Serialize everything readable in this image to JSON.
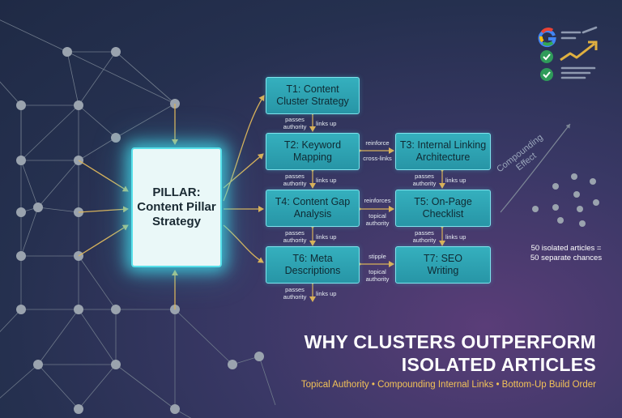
{
  "pillar": {
    "label": "PILLAR:\nContent Pillar\nStrategy"
  },
  "topics": [
    {
      "id": "t1",
      "label": "T1: Content\nCluster Strategy"
    },
    {
      "id": "t2",
      "label": "T2: Keyword\nMapping"
    },
    {
      "id": "t3",
      "label": "T3: Internal Linking\nArchitecture"
    },
    {
      "id": "t4",
      "label": "T4: Content Gap\nAnalysis"
    },
    {
      "id": "t5",
      "label": "T5: On-Page\nChecklist"
    },
    {
      "id": "t6",
      "label": "T6: Meta\nDescriptions"
    },
    {
      "id": "t7",
      "label": "T7: SEO\nWriting"
    }
  ],
  "link_labels": {
    "passes_authority": "passes\nauthority",
    "links_up": "links up",
    "reinforce": "reinforce",
    "cross_links": "cross-links",
    "reinforces": "reinforces",
    "topical_authority": "topical\nauthority",
    "stipple": "stipple"
  },
  "compounding_effect": "Compounding\nEffect",
  "isolated_note": "50 isolated articles =\n50 separate chances",
  "title": "WHY CLUSTERS OUTPERFORM\nISOLATED ARTICLES",
  "subtitle": "Topical Authority • Compounding Internal Links • Bottom-Up Build Order",
  "icons": [
    "google-g-icon",
    "check-icon",
    "trend-up-arrow-icon",
    "list-lines-icon"
  ],
  "colors": {
    "accent_gold": "#d9b25a",
    "teal_box": "#2f9fb0",
    "teal_border": "#7fe3ec",
    "pillar_glow": "#40dceb",
    "node_gray": "#9aa3ae",
    "subtitle_gold": "#f3c257",
    "check_green": "#2f9b5a"
  }
}
